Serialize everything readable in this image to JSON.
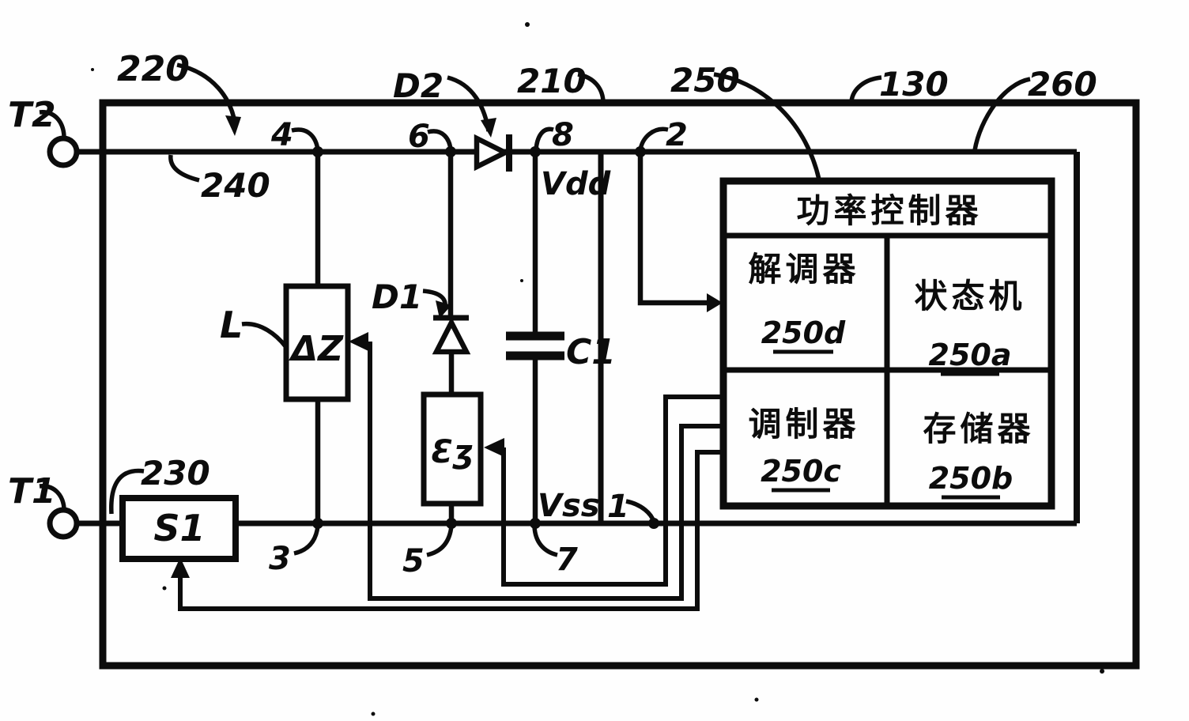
{
  "figure": {
    "terminals": {
      "t2": "T2",
      "t1": "T1"
    },
    "refs": {
      "r220": "220",
      "r240": "240",
      "r210": "210",
      "r250": "250",
      "r130": "130",
      "r260": "260",
      "r230": "230",
      "d2": "D2",
      "d1": "D1",
      "l": "L",
      "c1": "C1",
      "s1": "S1",
      "delta_z": "ΔZ",
      "shunt_glyph": "Ɛʒ"
    },
    "pins": {
      "p1": "1",
      "p2": "2",
      "p3": "3",
      "p4": "4",
      "p5": "5",
      "p6": "6",
      "p7": "7",
      "p8": "8",
      "vdd": "Vdd",
      "vss": "Vss"
    },
    "controller": {
      "title": "功率控制器",
      "cells": [
        {
          "label": "解调器",
          "ref": "250d"
        },
        {
          "label": "状态机",
          "ref": "250a"
        },
        {
          "label": "调制器",
          "ref": "250c"
        },
        {
          "label": "存储器",
          "ref": "250b"
        }
      ]
    }
  }
}
